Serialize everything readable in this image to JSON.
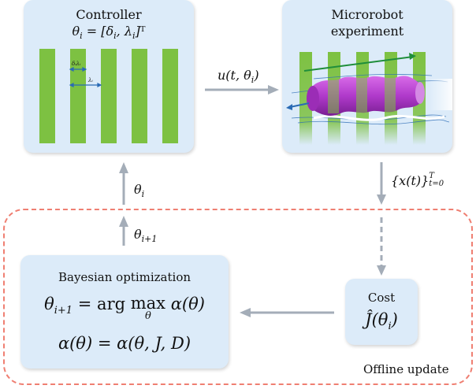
{
  "controller": {
    "title": "Controller",
    "param_eq": "θi = [δi, λi]ᵀ",
    "small_delta_label": "δᵢλᵢ",
    "small_lambda_label": "λᵢ"
  },
  "experiment": {
    "title_line1": "Microrobot",
    "title_line2": "experiment"
  },
  "bayes": {
    "title": "Bayesian optimization",
    "eq1": "θi+1 = arg max α(θ)",
    "eq1_under": "θ",
    "eq2": "α(θ) = α(θ, J, D)"
  },
  "cost": {
    "title": "Cost",
    "value": "Ĵ(θi)"
  },
  "edges": {
    "control_input": "u(t, θi)",
    "trajectory": "{x(t)}ᵀt=0",
    "theta_i": "θi",
    "theta_next": "θi+1"
  },
  "offline_label": "Offline update",
  "colors": {
    "box_fill": "#dcebf9",
    "stripe_green": "#7dc142",
    "arrow_gray": "#a4adb8",
    "dashed_red": "#ef7f72",
    "robot_magenta": "#b03acb",
    "flow_blue": "#2a6bb5",
    "force_green": "#1f8e3b"
  }
}
